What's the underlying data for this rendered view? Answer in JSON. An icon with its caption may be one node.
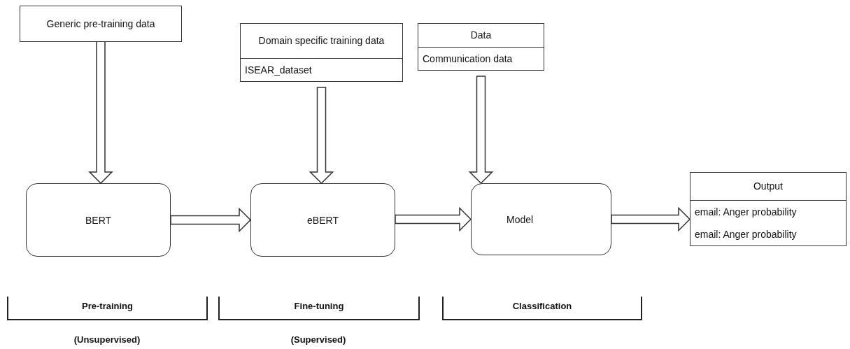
{
  "diagram": {
    "nodes": [
      {
        "text": [
          "Generic pre-training data"
        ]
      },
      {
        "text": [
          "Domain specific training data",
          "ISEAR_dataset"
        ]
      },
      {
        "text": [
          "Data",
          "Communication data"
        ]
      },
      {
        "text": [
          "BERT"
        ]
      },
      {
        "text": [
          "eBERT"
        ]
      },
      {
        "text": [
          "Model"
        ]
      },
      {
        "text": [
          "Output",
          "email: Anger probability",
          "email: Anger probability"
        ]
      }
    ],
    "edges": [
      {
        "from": 0,
        "to": 3,
        "arrow": "to"
      },
      {
        "from": 1,
        "to": 4,
        "arrow": "to"
      },
      {
        "from": 2,
        "to": 5,
        "arrow": "to"
      },
      {
        "from": 3,
        "to": 4,
        "arrow": "to"
      },
      {
        "from": 4,
        "to": 5,
        "arrow": "to"
      },
      {
        "from": 5,
        "to": 6,
        "arrow": "to"
      }
    ],
    "labels": [
      "Pre-training",
      "Fine-tuning",
      "Classification",
      "(Unsupervised)",
      "(Supervised)"
    ]
  }
}
